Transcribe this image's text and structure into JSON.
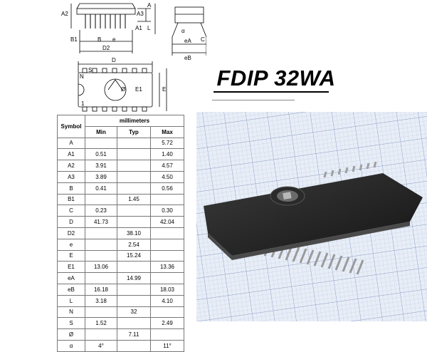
{
  "title": "FDIP 32WA",
  "drawing_labels": {
    "side": [
      "A2",
      "A3",
      "A",
      "A1",
      "L",
      "B1",
      "B",
      "e",
      "D2"
    ],
    "end": [
      "α",
      "C",
      "eA",
      "eB"
    ],
    "top": [
      "D",
      "S",
      "N",
      "Ø",
      "E1",
      "E",
      "1"
    ]
  },
  "table": {
    "header_group": "millimeters",
    "columns": [
      "Symbol",
      "Min",
      "Typ",
      "Max"
    ],
    "rows": [
      [
        "A",
        "",
        "",
        "5.72"
      ],
      [
        "A1",
        "0.51",
        "",
        "1.40"
      ],
      [
        "A2",
        "3.91",
        "",
        "4.57"
      ],
      [
        "A3",
        "3.89",
        "",
        "4.50"
      ],
      [
        "B",
        "0.41",
        "",
        "0.56"
      ],
      [
        "B1",
        "",
        "1.45",
        ""
      ],
      [
        "C",
        "0.23",
        "",
        "0.30"
      ],
      [
        "D",
        "41.73",
        "",
        "42.04"
      ],
      [
        "D2",
        "",
        "38.10",
        ""
      ],
      [
        "e",
        "",
        "2.54",
        ""
      ],
      [
        "E",
        "",
        "15.24",
        ""
      ],
      [
        "E1",
        "13.06",
        "",
        "13.36"
      ],
      [
        "eA",
        "",
        "14.99",
        ""
      ],
      [
        "eB",
        "16.18",
        "",
        "18.03"
      ],
      [
        "L",
        "3.18",
        "",
        "4.10"
      ],
      [
        "N",
        "",
        "32",
        ""
      ],
      [
        "S",
        "1.52",
        "",
        "2.49"
      ],
      [
        "Ø",
        "",
        "7.11",
        ""
      ],
      [
        "α",
        "4°",
        "",
        "11°"
      ]
    ]
  },
  "photo": {
    "subject": "ceramic-dip-chip-on-graph-paper"
  }
}
